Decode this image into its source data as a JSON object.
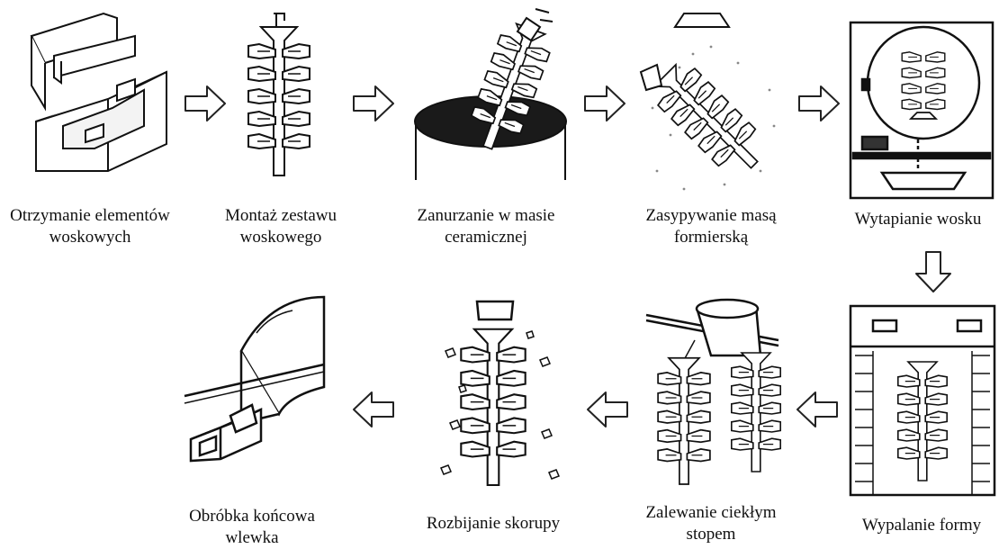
{
  "steps": [
    {
      "id": 1,
      "icon": "wax-injection-mold-icon",
      "label_lines": [
        "Otrzymanie elementów",
        "woskowych"
      ]
    },
    {
      "id": 2,
      "icon": "wax-tree-assembly-icon",
      "label_lines": [
        "Montaż zestawu",
        "woskowego"
      ]
    },
    {
      "id": 3,
      "icon": "ceramic-dip-bath-icon",
      "label_lines": [
        "Zanurzanie w masie",
        "ceramicznej"
      ]
    },
    {
      "id": 4,
      "icon": "stucco-sanding-icon",
      "label_lines": [
        "Zasypywanie masą",
        "formierską"
      ]
    },
    {
      "id": 5,
      "icon": "dewax-autoclave-icon",
      "label_lines": [
        "Wytapianie wosku"
      ]
    },
    {
      "id": 6,
      "icon": "mold-firing-kiln-icon",
      "label_lines": [
        "Wypalanie formy"
      ]
    },
    {
      "id": 7,
      "icon": "metal-pouring-ladle-icon",
      "label_lines": [
        "Zalewanie ciekłym",
        "stopem"
      ]
    },
    {
      "id": 8,
      "icon": "shell-knockout-icon",
      "label_lines": [
        "Rozbijanie skorupy"
      ]
    },
    {
      "id": 9,
      "icon": "final-machining-icon",
      "label_lines": [
        "Obróbka końcowa",
        "wlewka"
      ]
    }
  ],
  "arrow_icon": "hollow-arrow-icon",
  "colors": {
    "line": "#111111",
    "fill": "#ffffff",
    "dark": "#1a1a1a"
  }
}
